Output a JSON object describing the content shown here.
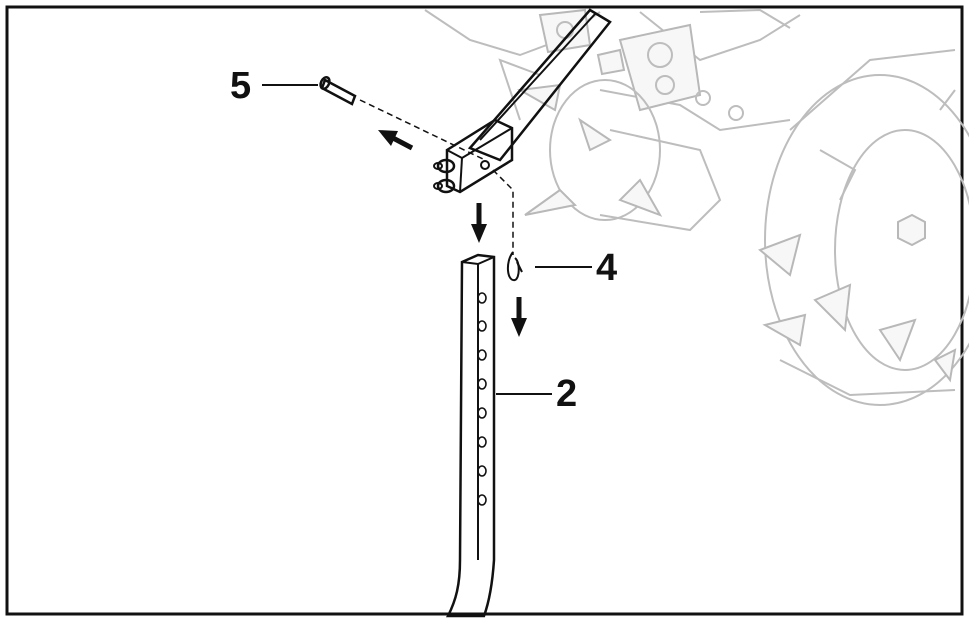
{
  "figure": {
    "callouts": [
      {
        "id": "5",
        "label": "5"
      },
      {
        "id": "4",
        "label": "4"
      },
      {
        "id": "2",
        "label": "2"
      }
    ],
    "colors": {
      "ink": "#111111",
      "ghost": "#bdbdbd",
      "background": "#ffffff"
    },
    "icons": [
      "arrow-left-icon",
      "arrow-down-icon"
    ]
  }
}
